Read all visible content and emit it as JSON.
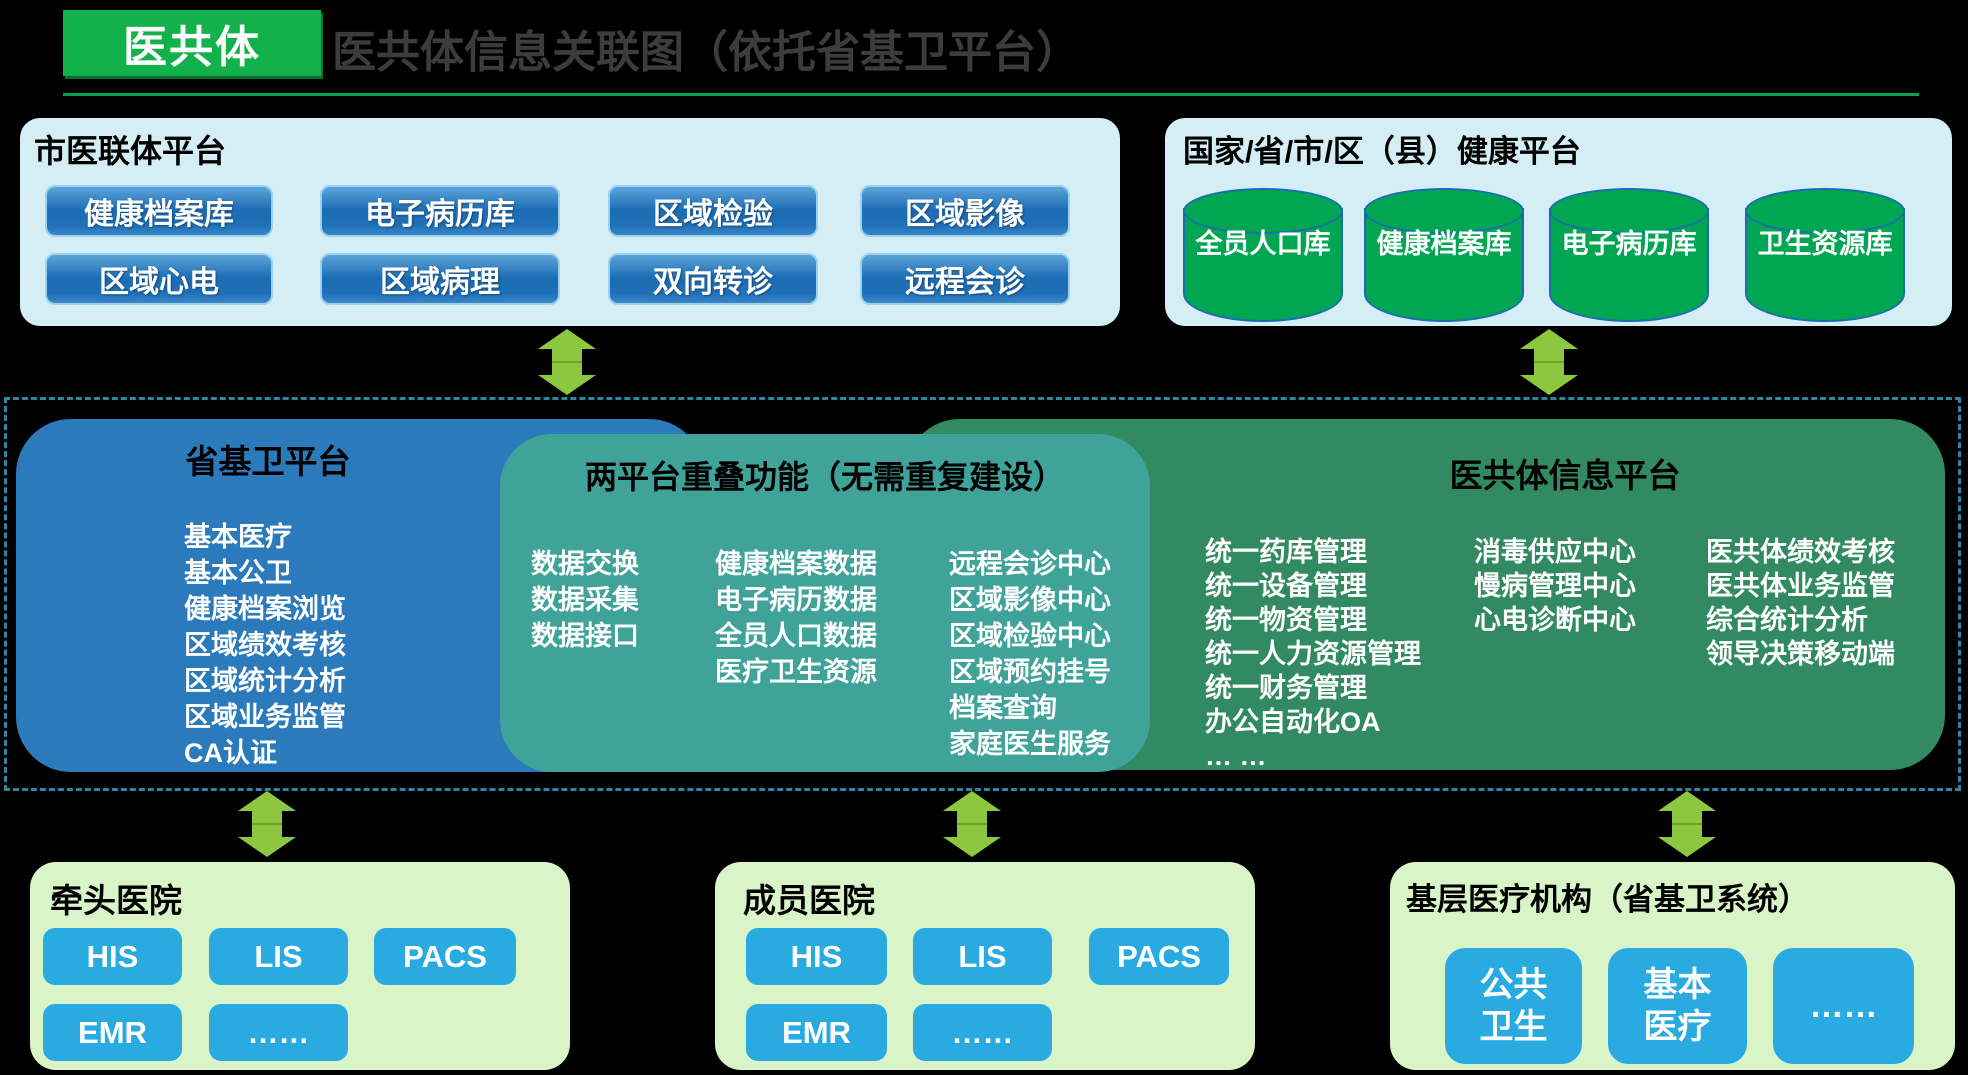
{
  "header": {
    "badge": "医共体",
    "title": "医共体信息关联图（依托省基卫平台）"
  },
  "city_platform": {
    "title": "市医联体平台",
    "chips": [
      "健康档案库",
      "电子病历库",
      "区域检验",
      "区域影像",
      "区域心电",
      "区域病理",
      "双向转诊",
      "远程会诊"
    ]
  },
  "national_platform": {
    "title": "国家/省/市/区（县）健康平台",
    "databases": [
      "全员人口库",
      "健康档案库",
      "电子病历库",
      "卫生资源库"
    ]
  },
  "provincial_platform": {
    "title": "省基卫平台",
    "items": [
      "基本医疗",
      "基本公卫",
      "健康档案浏览",
      "区域绩效考核",
      "区域统计分析",
      "区域业务监管",
      "CA认证"
    ]
  },
  "overlap_platform": {
    "title": "两平台重叠功能（无需重复建设）",
    "col1": [
      "数据交换",
      "数据采集",
      "数据接口"
    ],
    "col2": [
      "健康档案数据",
      "电子病历数据",
      "全员人口数据",
      "医疗卫生资源"
    ],
    "col3": [
      "远程会诊中心",
      "区域影像中心",
      "区域检验中心",
      "区域预约挂号",
      "档案查询",
      "家庭医生服务"
    ]
  },
  "consortium_platform": {
    "title": "医共体信息平台",
    "col1": [
      "统一药库管理",
      "统一设备管理",
      "统一物资管理",
      "统一人力资源管理",
      "统一财务管理",
      "办公自动化OA",
      "… …"
    ],
    "col2": [
      "消毒供应中心",
      "慢病管理中心",
      "心电诊断中心"
    ],
    "col3": [
      "医共体绩效考核",
      "医共体业务监管",
      "综合统计分析",
      "领导决策移动端"
    ]
  },
  "lead_hospital": {
    "title": "牵头医院",
    "systems": [
      "HIS",
      "LIS",
      "PACS",
      "EMR",
      "……"
    ]
  },
  "member_hospital": {
    "title": "成员医院",
    "systems": [
      "HIS",
      "LIS",
      "PACS",
      "EMR",
      "……"
    ]
  },
  "grassroots": {
    "title": "基层医疗机构（省基卫系统）",
    "systems": [
      "公共卫生",
      "基本医疗",
      "……"
    ]
  },
  "colors": {
    "badge_green": "#12b14b",
    "title_gray": "#3c3c3c",
    "panel_light_blue": "#d5eef6",
    "chip_blue": "#1d6db4",
    "cylinder_green": "#00a651",
    "cylinder_border_blue": "#1b6cb2",
    "provincial_blue": "#2b7abb",
    "overlap_teal": "#3fa39a",
    "consortium_green": "#318a62",
    "panel_light_green": "#d9f5c8",
    "flat_button_blue": "#29abe2",
    "arrow_green": "#8dc63f",
    "dashed_border": "#2d86a4"
  }
}
